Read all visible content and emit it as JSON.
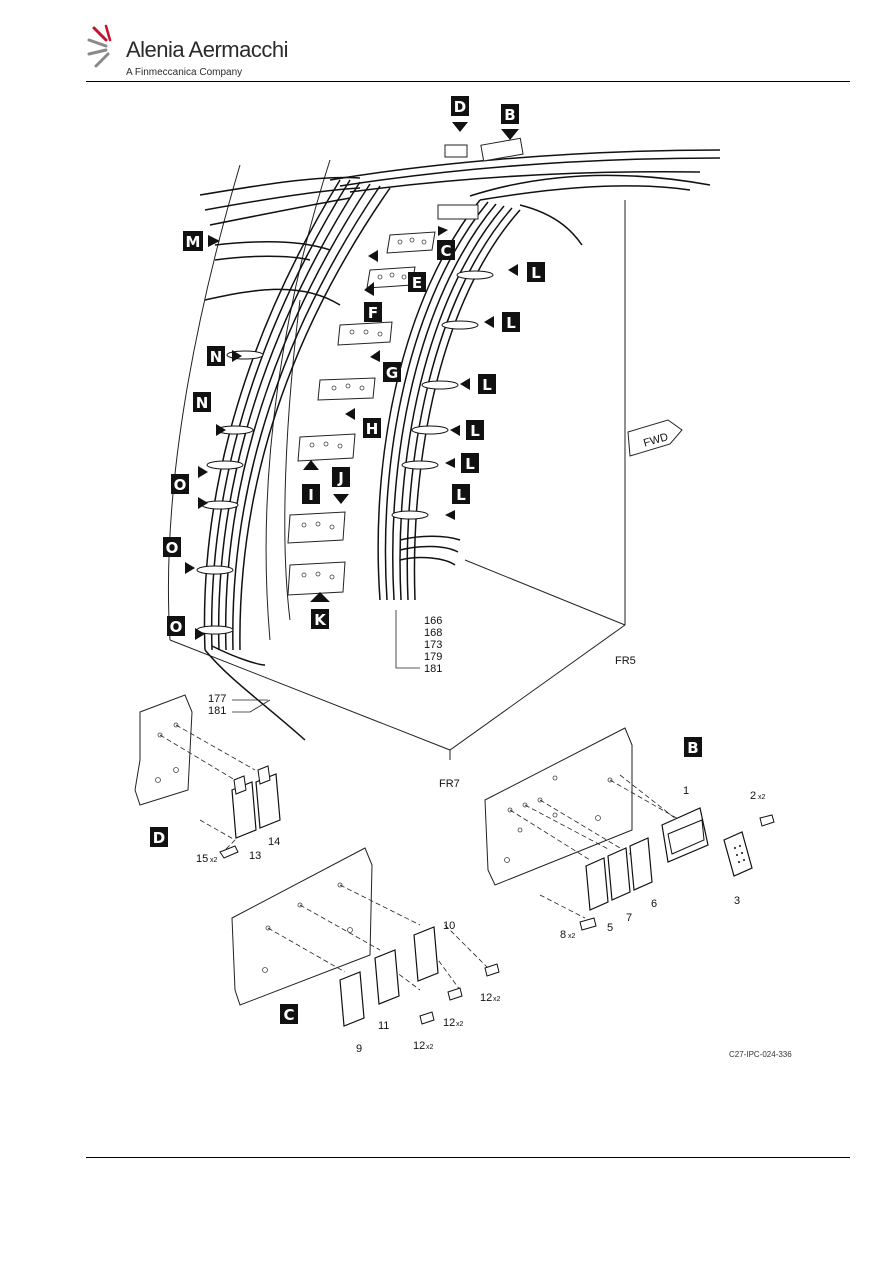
{
  "header": {
    "company_name": "Alenia Aermacchi",
    "company_tagline": "A Finmeccanica Company"
  },
  "figure": {
    "view_tags": [
      "D",
      "B",
      "M",
      "C",
      "E",
      "F",
      "L",
      "L",
      "N",
      "G",
      "L",
      "N",
      "H",
      "L",
      "L",
      "J",
      "I",
      "O",
      "L",
      "O",
      "K",
      "O"
    ],
    "frame_labels": {
      "fr5": "FR5",
      "fr7": "FR7",
      "fwd": "FWD"
    },
    "harness_refs": [
      "166",
      "168",
      "173",
      "179",
      "181"
    ],
    "bottom_refs": [
      "177",
      "181"
    ],
    "detail_b": {
      "tag": "B",
      "items": [
        "1",
        "2",
        "3",
        "5",
        "6",
        "7",
        "8"
      ],
      "qty_2": "x2",
      "qty_8": "x2"
    },
    "detail_d": {
      "tag": "D",
      "items": [
        "13",
        "14",
        "15"
      ],
      "qty_15": "x2"
    },
    "detail_c": {
      "tag": "C",
      "items": [
        "9",
        "10",
        "11",
        "12",
        "12",
        "12"
      ],
      "qty": "x2"
    },
    "doc_ref": "C27-IPC-024-336"
  }
}
